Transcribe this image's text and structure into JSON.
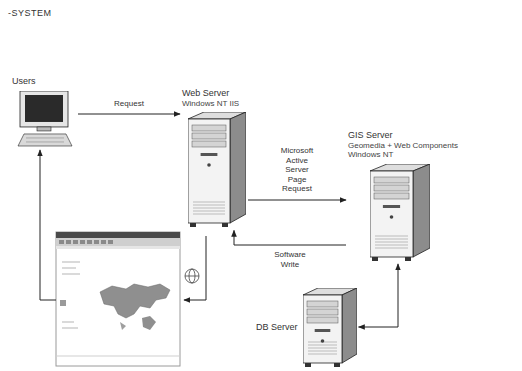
{
  "diagram": {
    "title": "-SYSTEM",
    "nodes": [
      {
        "text": [
          "Users"
        ]
      },
      {
        "text": [
          "Web Server",
          "Windows NT IIS"
        ]
      },
      {
        "text": [
          "GIS Server",
          "Geomedia + Web Components",
          "Windows NT"
        ]
      },
      {
        "text": [
          "DB Server"
        ]
      }
    ],
    "edges": [
      {
        "from": 0,
        "to": 1,
        "label": "Request",
        "arrow": "to"
      },
      {
        "from": 1,
        "to": 2,
        "label": "Microsoft Active Server Page Request",
        "arrow": "to"
      },
      {
        "from": 2,
        "to": 1,
        "label": "Software Write",
        "arrow": "to"
      },
      {
        "from": 3,
        "to": 2,
        "arrow": "both"
      }
    ]
  }
}
